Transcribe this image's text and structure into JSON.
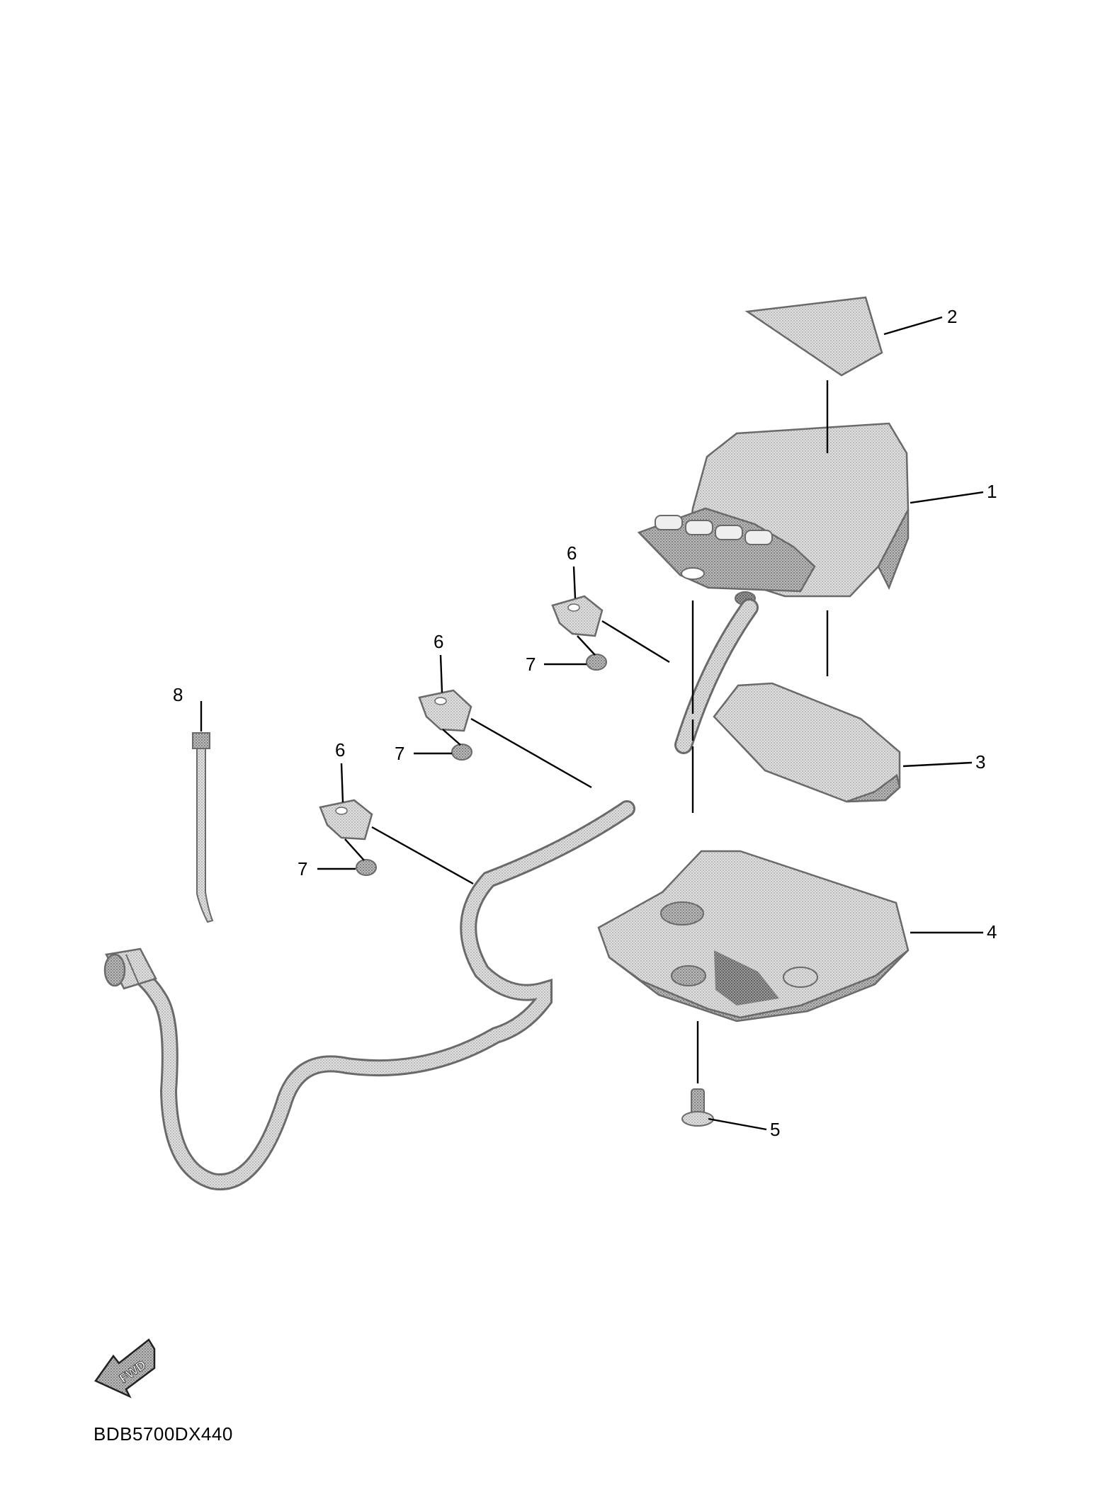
{
  "diagram": {
    "callouts": {
      "c1": "1",
      "c2": "2",
      "c3": "3",
      "c4": "4",
      "c5": "5",
      "c6a": "6",
      "c6b": "6",
      "c6c": "6",
      "c7a": "7",
      "c7b": "7",
      "c7c": "7",
      "c8": "8"
    },
    "fwd_label": "FWD",
    "diagram_code": "BDB5700DX440",
    "colors": {
      "part_fill_light": "#dcdcdc",
      "part_fill_mid": "#c4c4c4",
      "part_fill_dark": "#a8a8a8",
      "part_outline": "#6a6a6a",
      "leader_line": "#000000"
    }
  }
}
